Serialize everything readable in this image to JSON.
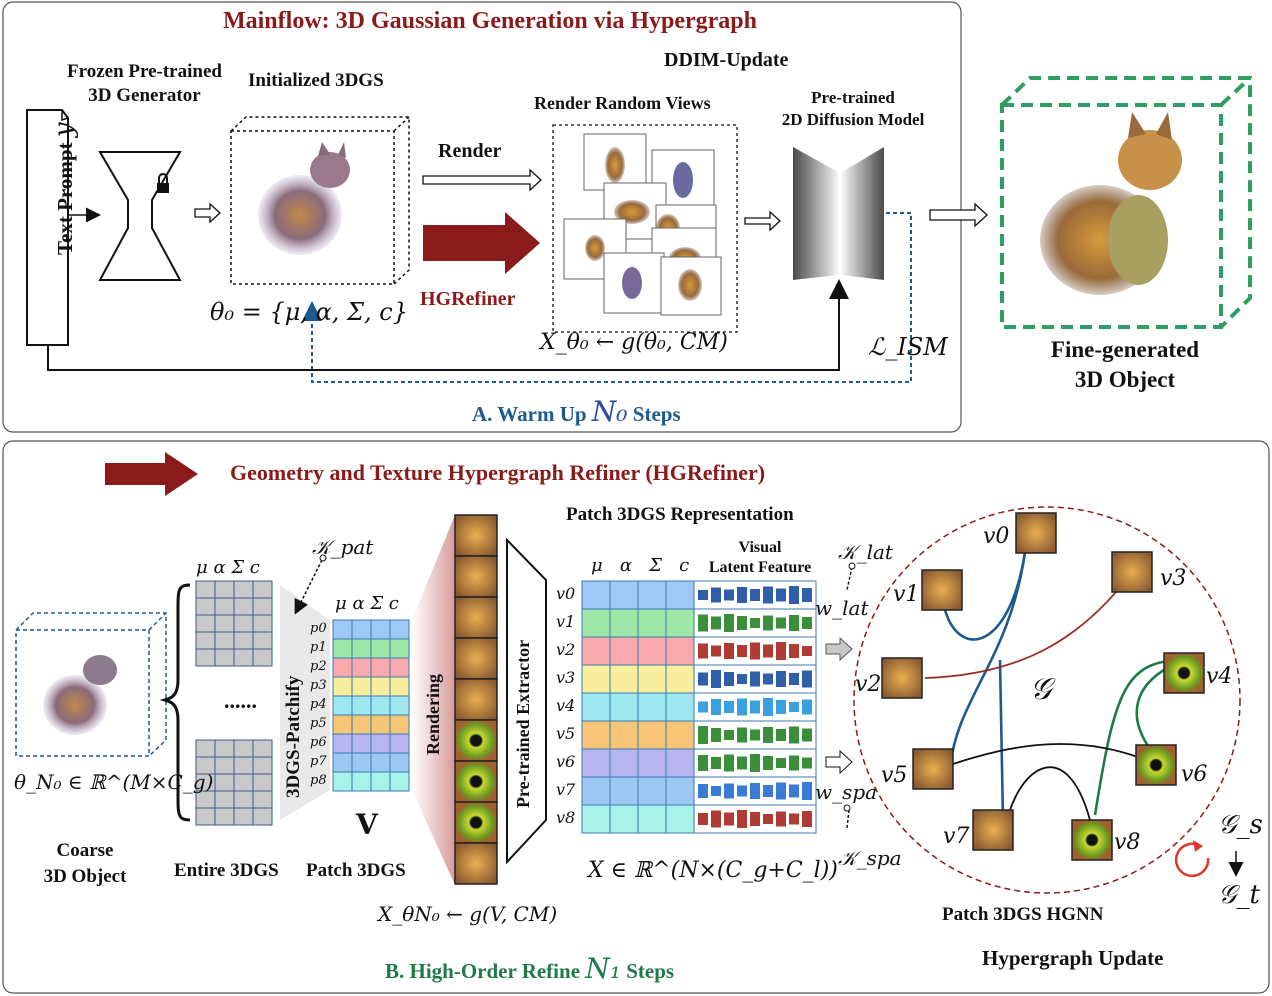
{
  "panel_a": {
    "title": "Mainflow: 3D Gaussian Generation via Hypergraph",
    "frozen_generator": [
      "Frozen Pre-trained",
      "3D Generator"
    ],
    "initialized_3dgs": "Initialized 3DGS",
    "ddim_update": "DDIM-Update",
    "render_random_views": "Render Random Views",
    "pretrained_diffusion": [
      "Pre-trained",
      "2D Diffusion Model"
    ],
    "text_prompt": "Text Prompt",
    "prompt_symbol": "y",
    "render": "Render",
    "hgrefiner": "HGRefiner",
    "theta0": "θ₀ = {μ, α, Σ, c}",
    "x_theta": "X_θ₀ ← g(θ₀, CM)",
    "loss": "ℒ_ISM",
    "warmup_prefix": "A. Warm Up",
    "warmup_symbol": "N₀",
    "warmup_suffix": "Steps",
    "fine_generated": [
      "Fine-generated",
      "3D Object"
    ]
  },
  "panel_b": {
    "title": "Geometry and Texture Hypergraph Refiner (HGRefiner)",
    "patch_repr": "Patch 3DGS Representation",
    "visual_latent": [
      "Visual",
      "Latent Feature"
    ],
    "k_pat": "𝒦_pat",
    "k_lat": "𝒦_lat",
    "w_lat": "w_lat",
    "k_spa": "𝒦_spa",
    "w_spa": "w_spa",
    "coarse_theta": "θ_N₀ ∈ ℝ^(M×C_g)",
    "coarse_object": [
      "Coarse",
      "3D Object"
    ],
    "entire_3dgs": "Entire 3DGS",
    "patch_3dgs": "Patch 3DGS",
    "patchify": "3DGS-Patchify",
    "rendering": "Rendering",
    "extractor": "Pre-trained Extractor",
    "v_matrix": "V",
    "x_matrix": "X ∈ ℝ^(N×(C_g+C_l))",
    "x_render": "X_θN₀ ← g(V, CM)",
    "param_headers": [
      "μ",
      "α",
      "Σ",
      "c"
    ],
    "dots": "......",
    "p_labels": [
      "p0",
      "p1",
      "p2",
      "p3",
      "p4",
      "p5",
      "p6",
      "p7",
      "p8"
    ],
    "v_labels": [
      "v0",
      "v1",
      "v2",
      "v3",
      "v4",
      "v5",
      "v6",
      "v7",
      "v8"
    ],
    "graph_symbol": "𝒢",
    "gs": "𝒢_s",
    "gt": "𝒢_t",
    "hgnn": "Patch 3DGS HGNN",
    "hypergraph_update": "Hypergraph Update",
    "refine_prefix": "B. High-Order Refine",
    "refine_symbol": "N₁",
    "refine_suffix": "Steps"
  },
  "colors": {
    "dark_red": "#8b1a1a",
    "blue": "#1d5a8e",
    "green": "#1f7a4a",
    "dashed_green": "#2e9e62"
  },
  "row_colors": [
    "#9ec8f5",
    "#9de8a6",
    "#f7a9ad",
    "#f8ee9e",
    "#9ee6f0",
    "#f7c577",
    "#b9b5f0",
    "#9cc8f3",
    "#a9f2e9"
  ],
  "bar_colors": [
    "#2f5fa8",
    "#3b8f3b",
    "#b03a34",
    "#2f5fa8",
    "#3aa0e0",
    "#3b8f3b",
    "#3b8f3b",
    "#3a7bd5",
    "#b03a34"
  ]
}
